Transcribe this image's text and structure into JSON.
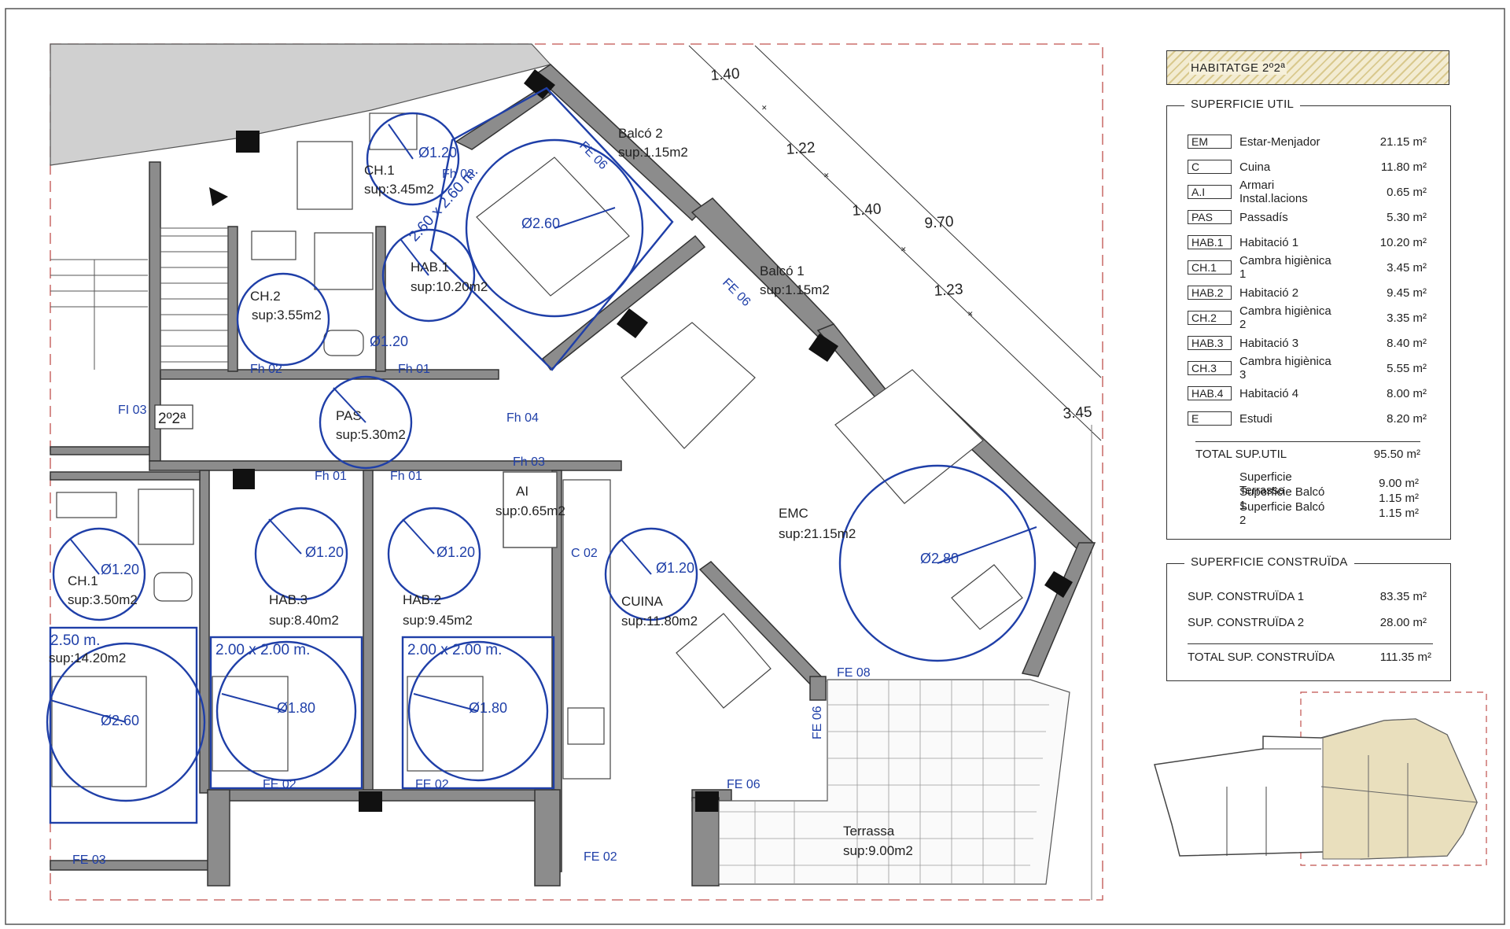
{
  "plan": {
    "rooms": {
      "ch1_top": {
        "name": "CH.1",
        "area": "sup:3.45m2"
      },
      "hab1": {
        "name": "HAB.1",
        "area": "sup:10.20m2"
      },
      "ch2": {
        "name": "CH.2",
        "area": "sup:3.55m2"
      },
      "pas": {
        "name": "PAS",
        "area": "sup:5.30m2"
      },
      "ch1_left": {
        "name": "CH.1",
        "area": "sup:3.50m2"
      },
      "hab3": {
        "name": "HAB.3",
        "area": "sup:8.40m2"
      },
      "hab2": {
        "name": "HAB.2",
        "area": "sup:9.45m2"
      },
      "ai": {
        "name": "AI",
        "area": "sup:0.65m2"
      },
      "cuina": {
        "name": "CUINA",
        "area": "sup:11.80m2"
      },
      "emc": {
        "name": "EMC",
        "area": "sup:21.15m2"
      },
      "terrassa": {
        "name": "Terrassa",
        "area": "sup:9.00m2"
      },
      "balco1": {
        "name": "Balcó 1",
        "area": "sup:1.15m2"
      },
      "balco2": {
        "name": "Balcó 2",
        "area": "sup:1.15m2"
      },
      "left_room": {
        "name": "",
        "area": "sup:14.20m2"
      }
    },
    "unit_tag": "2º2ª",
    "circle_labels": {
      "c120": "Ø1.20",
      "c180": "Ø1.80",
      "c260": "Ø2.60",
      "c280": "Ø2.80"
    },
    "rect_labels": {
      "r200": "2.00 x 2.00 m.",
      "r260": "2.60 x 2.60 m.",
      "r250": "2.50 m."
    },
    "window_codes": {
      "fe06": "FE 06",
      "fe02": "FE 02",
      "fe03": "FE 03",
      "fe08": "FE 08",
      "fh02": "Fh 02",
      "fh01": "Fh 01",
      "fh03": "Fh 03",
      "fh04": "Fh 04",
      "fi03": "FI 03",
      "c02": "C 02"
    },
    "dimensions": {
      "d1": "1.40",
      "d2": "1.22",
      "d3": "1.40",
      "d4": "9.70",
      "d5": "1.23",
      "d6": "3.45"
    }
  },
  "legend": {
    "title": "HABITATGE  2º2ª",
    "util": {
      "heading": "SUPERFICIE UTIL",
      "rows": [
        {
          "code": "EM",
          "name": "Estar-Menjador",
          "value": "21.15 m²"
        },
        {
          "code": "C",
          "name": "Cuina",
          "value": "11.80 m²"
        },
        {
          "code": "A.I",
          "name": "Armari Instal.lacions",
          "value": "0.65 m²"
        },
        {
          "code": "PAS",
          "name": "Passadís",
          "value": "5.30 m²"
        },
        {
          "code": "HAB.1",
          "name": "Habitació 1",
          "value": "10.20 m²"
        },
        {
          "code": "CH.1",
          "name": "Cambra higiènica 1",
          "value": "3.45 m²"
        },
        {
          "code": "HAB.2",
          "name": "Habitació 2",
          "value": "9.45 m²"
        },
        {
          "code": "CH.2",
          "name": "Cambra higiènica 2",
          "value": "3.35 m²"
        },
        {
          "code": "HAB.3",
          "name": "Habitació 3",
          "value": "8.40 m²"
        },
        {
          "code": "CH.3",
          "name": "Cambra higiènica 3",
          "value": "5.55 m²"
        },
        {
          "code": "HAB.4",
          "name": "Habitació 4",
          "value": "8.00 m²"
        },
        {
          "code": "E",
          "name": "Estudi",
          "value": "8.20 m²"
        }
      ],
      "total_label": "TOTAL SUP.UTIL",
      "total_value": "95.50 m²",
      "extras": [
        {
          "name": "Superficie Terrassa",
          "value": "9.00 m²"
        },
        {
          "name": "Superficie Balcó 1",
          "value": "1.15 m²"
        },
        {
          "name": "Superficie Balcó 2",
          "value": "1.15 m²"
        }
      ]
    },
    "construida": {
      "heading": "SUPERFICIE CONSTRUÏDA",
      "rows": [
        {
          "name": "SUP. CONSTRUÏDA  1",
          "value": "83.35 m²"
        },
        {
          "name": "SUP. CONSTRUÏDA  2",
          "value": "28.00 m²"
        }
      ],
      "total_label": "TOTAL SUP. CONSTRUÏDA",
      "total_value": "111.35 m²"
    }
  }
}
